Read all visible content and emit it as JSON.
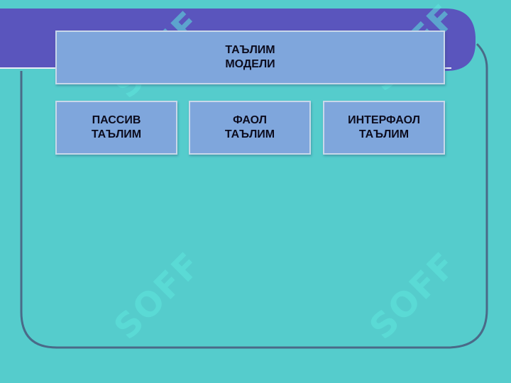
{
  "slide": {
    "title_lines": [
      "ТАЪЛИМ",
      "МОДЕЛИ"
    ],
    "boxes": [
      {
        "lines": [
          "ПАССИВ",
          "ТАЪЛИМ"
        ]
      },
      {
        "lines": [
          "ФАОЛ",
          "ТАЪЛИМ"
        ]
      },
      {
        "lines": [
          "ИНТЕРФАОЛ",
          "ТАЪЛИМ"
        ]
      }
    ]
  },
  "watermark": {
    "text": "SOFF"
  },
  "colors": {
    "background": "#55cccc",
    "banner": "#5a55bd",
    "box_fill": "#7fa6dc",
    "frame": "#4a6a88"
  }
}
